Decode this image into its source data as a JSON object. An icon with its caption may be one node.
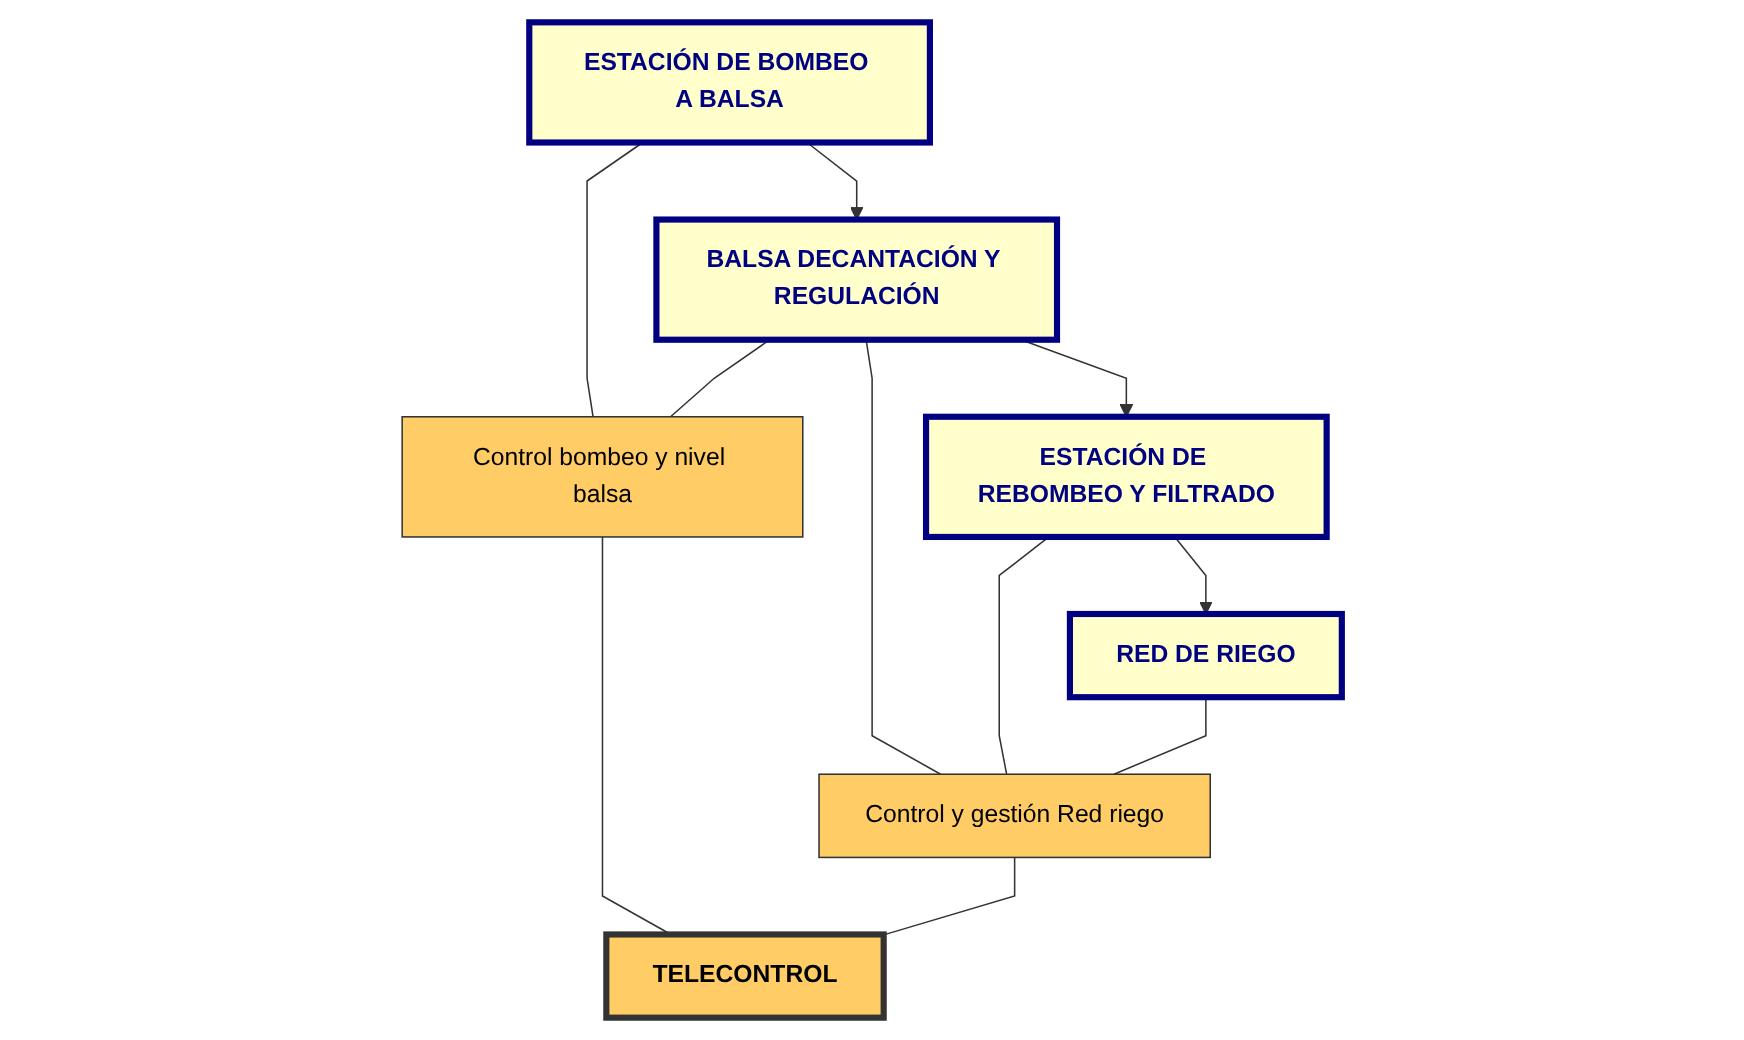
{
  "diagram": {
    "nodes": [
      {
        "text": [
          "ESTACIÓN DE BOMBEO A BALSA"
        ]
      },
      {
        "text": [
          "BALSA DECANTACIÓN Y REGULACIÓN"
        ]
      },
      {
        "text": [
          "ESTACIÓN DE REBOMBEO Y FILTRADO"
        ]
      },
      {
        "text": [
          "RED DE RIEGO"
        ]
      },
      {
        "text": [
          "Control bombeo y nivel balsa"
        ]
      },
      {
        "text": [
          "Control y gestión Red riego"
        ]
      },
      {
        "text": [
          "TELECONTROL"
        ]
      }
    ],
    "edges": [
      {
        "from": 0,
        "to": 1,
        "arrow": "to"
      },
      {
        "from": 1,
        "to": 2,
        "arrow": "to"
      },
      {
        "from": 2,
        "to": 3,
        "arrow": "to"
      },
      {
        "from": 0,
        "to": 4,
        "arrow": "none"
      },
      {
        "from": 1,
        "to": 4,
        "arrow": "none"
      },
      {
        "from": 1,
        "to": 5,
        "arrow": "none"
      },
      {
        "from": 2,
        "to": 5,
        "arrow": "none"
      },
      {
        "from": 3,
        "to": 5,
        "arrow": "none"
      },
      {
        "from": 4,
        "to": 6,
        "arrow": "none"
      },
      {
        "from": 5,
        "to": 6,
        "arrow": "none"
      }
    ]
  }
}
